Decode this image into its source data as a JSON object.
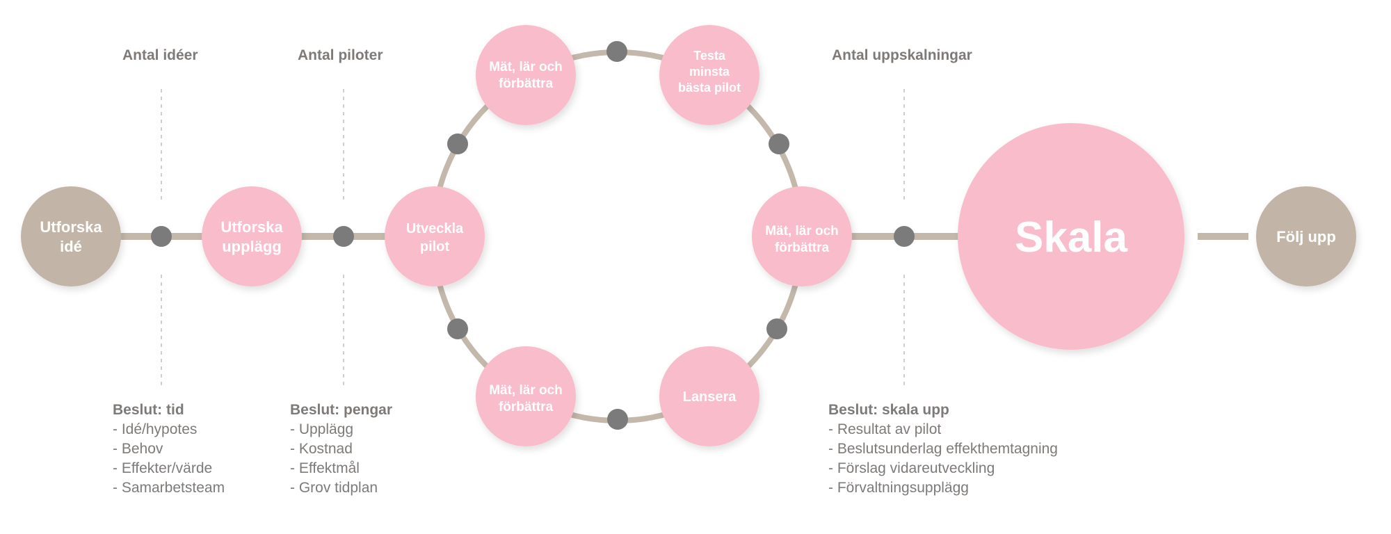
{
  "colors": {
    "pink": "#f9bccb",
    "beige": "#c2b5a7",
    "connector": "#7b7b7b",
    "line": "#c4b8ab",
    "text": "#7d7a78"
  },
  "nodes": {
    "utforska_ide": [
      "Utforska",
      "idé"
    ],
    "utforska_upplagg": [
      "Utforska",
      "upplägg"
    ],
    "utveckla_pilot": [
      "Utveckla",
      "pilot"
    ],
    "mat_lar_top": [
      "Mät, lär och",
      "förbättra"
    ],
    "testa_pilot": [
      "Testa",
      "minsta",
      "bästa pilot"
    ],
    "mat_lar_right": [
      "Mät, lär och",
      "förbättra"
    ],
    "lansera": [
      "Lansera"
    ],
    "mat_lar_bottom": [
      "Mät, lär och",
      "förbättra"
    ],
    "skala": [
      "Skala"
    ],
    "folj_upp": [
      "Följ upp"
    ]
  },
  "headings": {
    "ideas": "Antal idéer",
    "pilots": "Antal piloter",
    "scaling": "Antal uppskalningar"
  },
  "decisions": {
    "time": {
      "title": "Beslut: tid",
      "items": [
        "- Idé/hypotes",
        "- Behov",
        "- Effekter/värde",
        "- Samarbetsteam"
      ]
    },
    "money": {
      "title": "Beslut: pengar",
      "items": [
        "- Upplägg",
        "- Kostnad",
        "- Effektmål",
        "- Grov tidplan"
      ]
    },
    "scale": {
      "title": "Beslut: skala upp",
      "items": [
        "- Resultat av pilot",
        "- Beslutsunderlag effekthemtagning",
        "- Förslag vidareutveckling",
        "- Förvaltningsupplägg"
      ]
    }
  }
}
